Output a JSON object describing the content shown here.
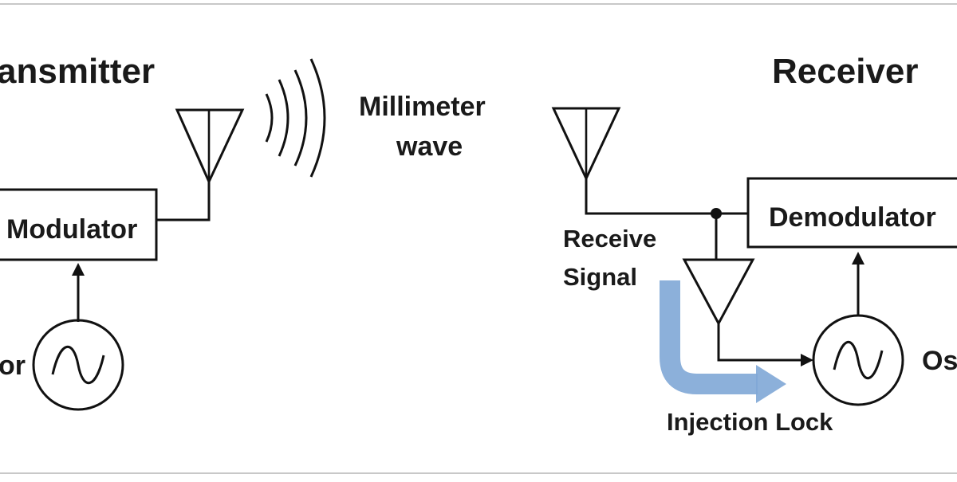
{
  "diagram": {
    "labels": {
      "transmitter": "ansmitter",
      "receiver": "Receiver",
      "millimeter": "Millimeter",
      "wave": "wave",
      "modulator": "Modulator",
      "demodulator": "Demodulator",
      "receive": "Receive",
      "signal": "Signal",
      "injection_lock": "Injection Lock",
      "oscillator_left_fragment": "or",
      "oscillator_right_fragment": "Os"
    },
    "colors": {
      "line": "#111111",
      "injection_arrow": "#7fa7d6",
      "border": "#cccccc"
    }
  }
}
